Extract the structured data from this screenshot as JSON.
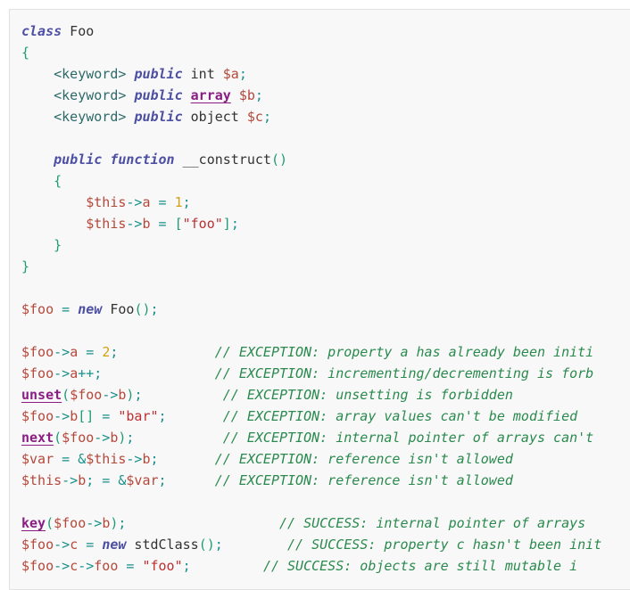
{
  "code": {
    "lines": [
      [
        {
          "t": "class",
          "c": "kw"
        },
        {
          "t": " Foo",
          "c": "plain"
        }
      ],
      [
        {
          "t": "{",
          "c": "br"
        }
      ],
      [
        {
          "t": "    ",
          "c": "plain"
        },
        {
          "t": "<keyword>",
          "c": "ph"
        },
        {
          "t": " ",
          "c": "plain"
        },
        {
          "t": "public",
          "c": "kw"
        },
        {
          "t": " int ",
          "c": "plain"
        },
        {
          "t": "$a",
          "c": "var"
        },
        {
          "t": ";",
          "c": "op"
        }
      ],
      [
        {
          "t": "    ",
          "c": "plain"
        },
        {
          "t": "<keyword>",
          "c": "ph"
        },
        {
          "t": " ",
          "c": "plain"
        },
        {
          "t": "public",
          "c": "kw"
        },
        {
          "t": " ",
          "c": "plain"
        },
        {
          "t": "array",
          "c": "fn"
        },
        {
          "t": " ",
          "c": "plain"
        },
        {
          "t": "$b",
          "c": "var"
        },
        {
          "t": ";",
          "c": "op"
        }
      ],
      [
        {
          "t": "    ",
          "c": "plain"
        },
        {
          "t": "<keyword>",
          "c": "ph"
        },
        {
          "t": " ",
          "c": "plain"
        },
        {
          "t": "public",
          "c": "kw"
        },
        {
          "t": " object ",
          "c": "plain"
        },
        {
          "t": "$c",
          "c": "var"
        },
        {
          "t": ";",
          "c": "op"
        }
      ],
      [],
      [
        {
          "t": "    ",
          "c": "plain"
        },
        {
          "t": "public",
          "c": "kw"
        },
        {
          "t": " ",
          "c": "plain"
        },
        {
          "t": "function",
          "c": "kw"
        },
        {
          "t": " __construct",
          "c": "plain"
        },
        {
          "t": "()",
          "c": "br"
        }
      ],
      [
        {
          "t": "    ",
          "c": "plain"
        },
        {
          "t": "{",
          "c": "br"
        }
      ],
      [
        {
          "t": "        ",
          "c": "plain"
        },
        {
          "t": "$this",
          "c": "var"
        },
        {
          "t": "->",
          "c": "op"
        },
        {
          "t": "a",
          "c": "var"
        },
        {
          "t": " = ",
          "c": "op"
        },
        {
          "t": "1",
          "c": "num"
        },
        {
          "t": ";",
          "c": "op"
        }
      ],
      [
        {
          "t": "        ",
          "c": "plain"
        },
        {
          "t": "$this",
          "c": "var"
        },
        {
          "t": "->",
          "c": "op"
        },
        {
          "t": "b",
          "c": "var"
        },
        {
          "t": " = ",
          "c": "op"
        },
        {
          "t": "[",
          "c": "br"
        },
        {
          "t": "\"foo\"",
          "c": "str"
        },
        {
          "t": "]",
          "c": "br"
        },
        {
          "t": ";",
          "c": "op"
        }
      ],
      [
        {
          "t": "    ",
          "c": "plain"
        },
        {
          "t": "}",
          "c": "br"
        }
      ],
      [
        {
          "t": "}",
          "c": "br"
        }
      ],
      [],
      [
        {
          "t": "$foo",
          "c": "var"
        },
        {
          "t": " = ",
          "c": "op"
        },
        {
          "t": "new",
          "c": "kw"
        },
        {
          "t": " Foo",
          "c": "plain"
        },
        {
          "t": "()",
          "c": "br"
        },
        {
          "t": ";",
          "c": "op"
        }
      ],
      [],
      [
        {
          "t": "$foo",
          "c": "var"
        },
        {
          "t": "->",
          "c": "op"
        },
        {
          "t": "a",
          "c": "var"
        },
        {
          "t": " = ",
          "c": "op"
        },
        {
          "t": "2",
          "c": "num"
        },
        {
          "t": ";",
          "c": "op"
        },
        {
          "t": "            ",
          "c": "plain"
        },
        {
          "t": "// EXCEPTION: property a has already been initi",
          "c": "cm"
        }
      ],
      [
        {
          "t": "$foo",
          "c": "var"
        },
        {
          "t": "->",
          "c": "op"
        },
        {
          "t": "a",
          "c": "var"
        },
        {
          "t": "++",
          "c": "op"
        },
        {
          "t": ";",
          "c": "op"
        },
        {
          "t": "              ",
          "c": "plain"
        },
        {
          "t": "// EXCEPTION: incrementing/decrementing is forb",
          "c": "cm"
        }
      ],
      [
        {
          "t": "unset",
          "c": "fn"
        },
        {
          "t": "(",
          "c": "br"
        },
        {
          "t": "$foo",
          "c": "var"
        },
        {
          "t": "->",
          "c": "op"
        },
        {
          "t": "b",
          "c": "var"
        },
        {
          "t": ")",
          "c": "br"
        },
        {
          "t": ";",
          "c": "op"
        },
        {
          "t": "          ",
          "c": "plain"
        },
        {
          "t": "// EXCEPTION: unsetting is forbidden",
          "c": "cm"
        }
      ],
      [
        {
          "t": "$foo",
          "c": "var"
        },
        {
          "t": "->",
          "c": "op"
        },
        {
          "t": "b",
          "c": "var"
        },
        {
          "t": "[]",
          "c": "br"
        },
        {
          "t": " = ",
          "c": "op"
        },
        {
          "t": "\"bar\"",
          "c": "str"
        },
        {
          "t": ";",
          "c": "op"
        },
        {
          "t": "       ",
          "c": "plain"
        },
        {
          "t": "// EXCEPTION: array values can't be modified",
          "c": "cm"
        }
      ],
      [
        {
          "t": "next",
          "c": "fn"
        },
        {
          "t": "(",
          "c": "br"
        },
        {
          "t": "$foo",
          "c": "var"
        },
        {
          "t": "->",
          "c": "op"
        },
        {
          "t": "b",
          "c": "var"
        },
        {
          "t": ")",
          "c": "br"
        },
        {
          "t": ";",
          "c": "op"
        },
        {
          "t": "           ",
          "c": "plain"
        },
        {
          "t": "// EXCEPTION: internal pointer of arrays can't",
          "c": "cm"
        }
      ],
      [
        {
          "t": "$var",
          "c": "var"
        },
        {
          "t": " = ",
          "c": "op"
        },
        {
          "t": "&",
          "c": "op"
        },
        {
          "t": "$this",
          "c": "var"
        },
        {
          "t": "->",
          "c": "op"
        },
        {
          "t": "b",
          "c": "var"
        },
        {
          "t": ";",
          "c": "op"
        },
        {
          "t": "       ",
          "c": "plain"
        },
        {
          "t": "// EXCEPTION: reference isn't allowed",
          "c": "cm"
        }
      ],
      [
        {
          "t": "$this",
          "c": "var"
        },
        {
          "t": "->",
          "c": "op"
        },
        {
          "t": "b",
          "c": "var"
        },
        {
          "t": ";",
          "c": "op"
        },
        {
          "t": " = ",
          "c": "op"
        },
        {
          "t": "&",
          "c": "op"
        },
        {
          "t": "$var",
          "c": "var"
        },
        {
          "t": ";",
          "c": "op"
        },
        {
          "t": "      ",
          "c": "plain"
        },
        {
          "t": "// EXCEPTION: reference isn't allowed",
          "c": "cm"
        }
      ],
      [],
      [
        {
          "t": "key",
          "c": "fn"
        },
        {
          "t": "(",
          "c": "br"
        },
        {
          "t": "$foo",
          "c": "var"
        },
        {
          "t": "->",
          "c": "op"
        },
        {
          "t": "b",
          "c": "var"
        },
        {
          "t": ")",
          "c": "br"
        },
        {
          "t": ";",
          "c": "op"
        },
        {
          "t": "                   ",
          "c": "plain"
        },
        {
          "t": "// SUCCESS: internal pointer of arrays",
          "c": "cm"
        }
      ],
      [
        {
          "t": "$foo",
          "c": "var"
        },
        {
          "t": "->",
          "c": "op"
        },
        {
          "t": "c",
          "c": "var"
        },
        {
          "t": " = ",
          "c": "op"
        },
        {
          "t": "new",
          "c": "kw"
        },
        {
          "t": " stdClass",
          "c": "plain"
        },
        {
          "t": "()",
          "c": "br"
        },
        {
          "t": ";",
          "c": "op"
        },
        {
          "t": "        ",
          "c": "plain"
        },
        {
          "t": "// SUCCESS: property c hasn't been init",
          "c": "cm"
        }
      ],
      [
        {
          "t": "$foo",
          "c": "var"
        },
        {
          "t": "->",
          "c": "op"
        },
        {
          "t": "c",
          "c": "var"
        },
        {
          "t": "->",
          "c": "op"
        },
        {
          "t": "foo",
          "c": "var"
        },
        {
          "t": " = ",
          "c": "op"
        },
        {
          "t": "\"foo\"",
          "c": "str"
        },
        {
          "t": ";",
          "c": "op"
        },
        {
          "t": "         ",
          "c": "plain"
        },
        {
          "t": "// SUCCESS: objects are still mutable i",
          "c": "cm"
        }
      ]
    ]
  },
  "colors": {
    "keyword": "#4c4fa3",
    "function": "#8a1d84",
    "variable": "#b5483b",
    "operator": "#17908a",
    "number": "#d4a017",
    "string": "#bb3033",
    "comment": "#2a8a4e"
  }
}
